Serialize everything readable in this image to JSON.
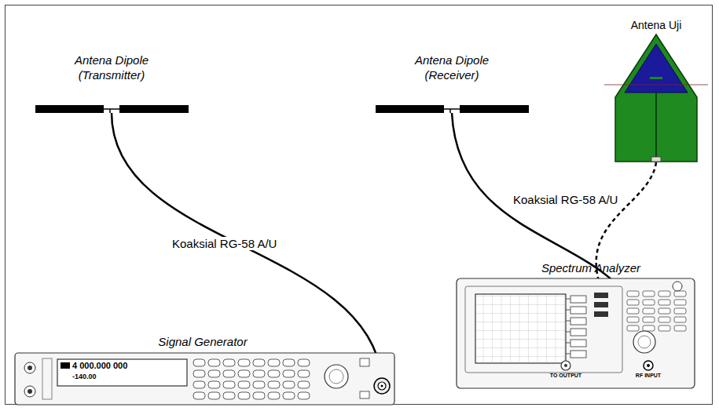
{
  "diagram": {
    "nodes": [
      {
        "text": [
          "Antena Dipole (Transmitter)"
        ]
      },
      {
        "text": [
          "Antena Dipole (Receiver)"
        ]
      },
      {
        "text": [
          "Antena Uji"
        ]
      },
      {
        "text": [
          "Signal Generator",
          "4 000.000 000",
          "-140.00"
        ]
      },
      {
        "text": [
          "Spectrum Analyzer",
          "TO OUTPUT",
          "RF INPUT"
        ]
      }
    ],
    "edges": [
      {
        "from": 0,
        "to": 3,
        "arrow": "none",
        "label": "Koaksial RG-58 A/U"
      },
      {
        "from": 1,
        "to": 4,
        "arrow": "none",
        "label": "Koaksial RG-58 A/U"
      },
      {
        "from": 2,
        "to": 4,
        "arrow": "none"
      }
    ]
  }
}
